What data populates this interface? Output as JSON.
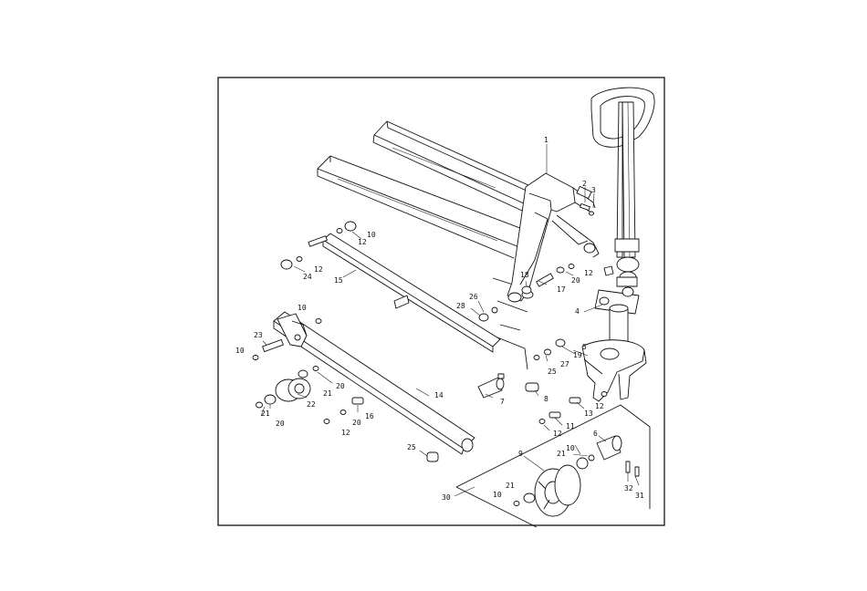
{
  "callouts": [
    {
      "id": "c1",
      "text": "1"
    },
    {
      "id": "c2",
      "text": "2"
    },
    {
      "id": "c3",
      "text": "3"
    },
    {
      "id": "c4",
      "text": "4"
    },
    {
      "id": "c5",
      "text": "5"
    },
    {
      "id": "c6",
      "text": "6"
    },
    {
      "id": "c7",
      "text": "7"
    },
    {
      "id": "c8",
      "text": "8"
    },
    {
      "id": "c9",
      "text": "9"
    },
    {
      "id": "c10",
      "text": "10"
    },
    {
      "id": "c11",
      "text": "11"
    },
    {
      "id": "c12",
      "text": "12"
    },
    {
      "id": "c13",
      "text": "13"
    },
    {
      "id": "c14",
      "text": "14"
    },
    {
      "id": "c15",
      "text": "15"
    },
    {
      "id": "c16",
      "text": "16"
    },
    {
      "id": "c17",
      "text": "17"
    },
    {
      "id": "c18",
      "text": "18"
    },
    {
      "id": "c19",
      "text": "19"
    },
    {
      "id": "c20",
      "text": "20"
    },
    {
      "id": "c21",
      "text": "21"
    },
    {
      "id": "c22",
      "text": "22"
    },
    {
      "id": "c23",
      "text": "23"
    },
    {
      "id": "c24",
      "text": "24"
    },
    {
      "id": "c25",
      "text": "25"
    },
    {
      "id": "c26",
      "text": "26"
    },
    {
      "id": "c27",
      "text": "27"
    },
    {
      "id": "c28",
      "text": "28"
    },
    {
      "id": "c30",
      "text": "30"
    },
    {
      "id": "c31",
      "text": "31"
    },
    {
      "id": "c32",
      "text": "32"
    }
  ]
}
